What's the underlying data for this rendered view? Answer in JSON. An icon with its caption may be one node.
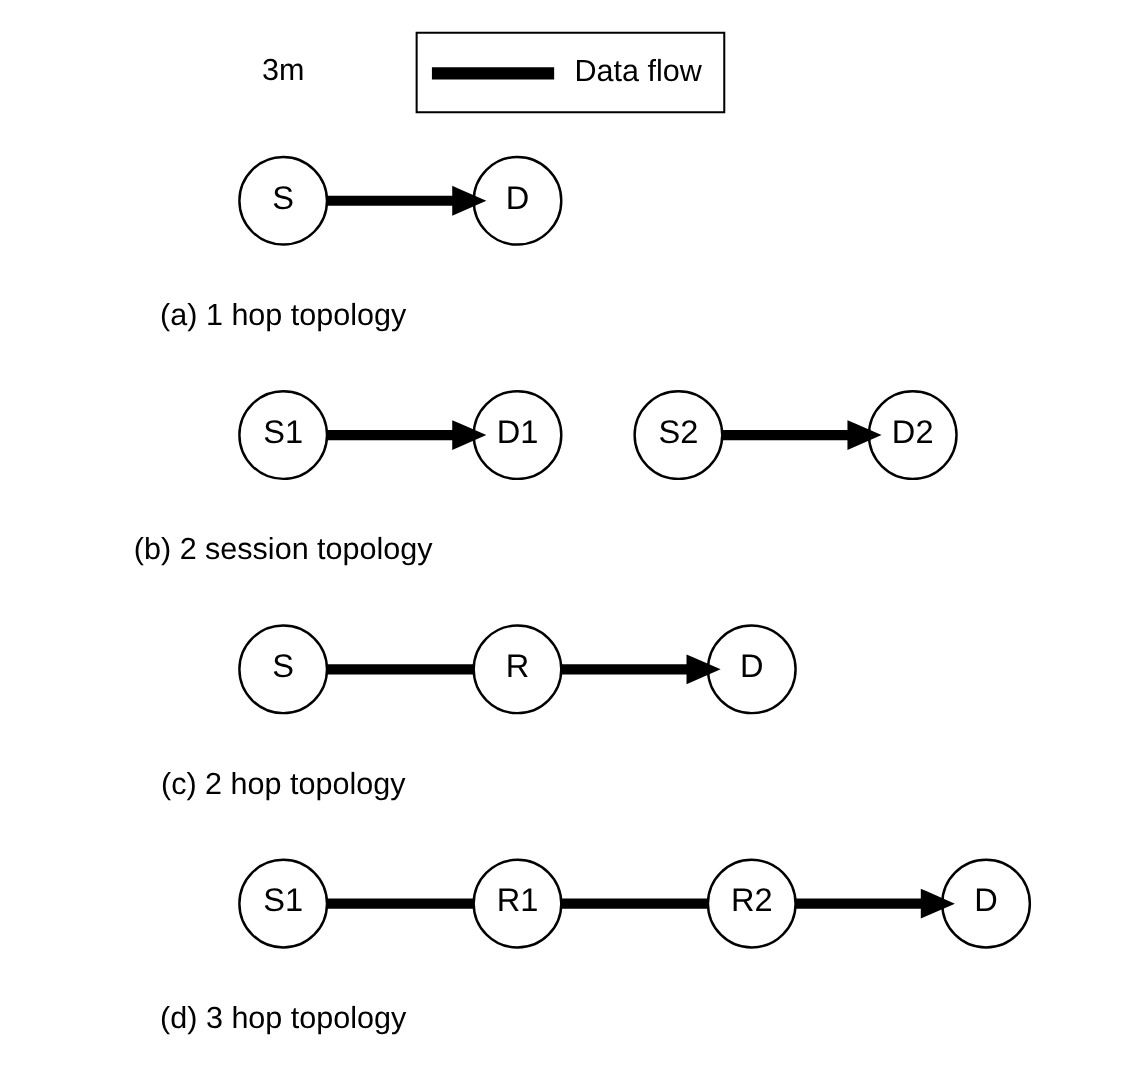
{
  "diagram": {
    "nodes": [
      {
        "text": [
          "S"
        ]
      },
      {
        "text": [
          "D"
        ]
      },
      {
        "text": [
          "S1"
        ]
      },
      {
        "text": [
          "D1"
        ]
      },
      {
        "text": [
          "S2"
        ]
      },
      {
        "text": [
          "D2"
        ]
      },
      {
        "text": [
          "S"
        ]
      },
      {
        "text": [
          "R"
        ]
      },
      {
        "text": [
          "D"
        ]
      },
      {
        "text": [
          "S1"
        ]
      },
      {
        "text": [
          "R1"
        ]
      },
      {
        "text": [
          "R2"
        ]
      },
      {
        "text": [
          "D"
        ]
      }
    ],
    "edges": [
      {
        "from": 0,
        "to": 1,
        "arrow": "to"
      },
      {
        "from": 2,
        "to": 3,
        "arrow": "to"
      },
      {
        "from": 4,
        "to": 5,
        "arrow": "to"
      },
      {
        "from": 6,
        "to": 7,
        "arrow": "none"
      },
      {
        "from": 7,
        "to": 8,
        "arrow": "to"
      },
      {
        "from": 9,
        "to": 10,
        "arrow": "none"
      },
      {
        "from": 10,
        "to": 11,
        "arrow": "none"
      },
      {
        "from": 11,
        "to": 12,
        "arrow": "to"
      }
    ],
    "labels": [
      "3m",
      "(a) 1 hop topology",
      "(b) 2 session topology",
      "(c) 2 hop topology",
      "(d) 3 hop topology"
    ],
    "legend": [
      {
        "text": "Data flow"
      }
    ]
  }
}
